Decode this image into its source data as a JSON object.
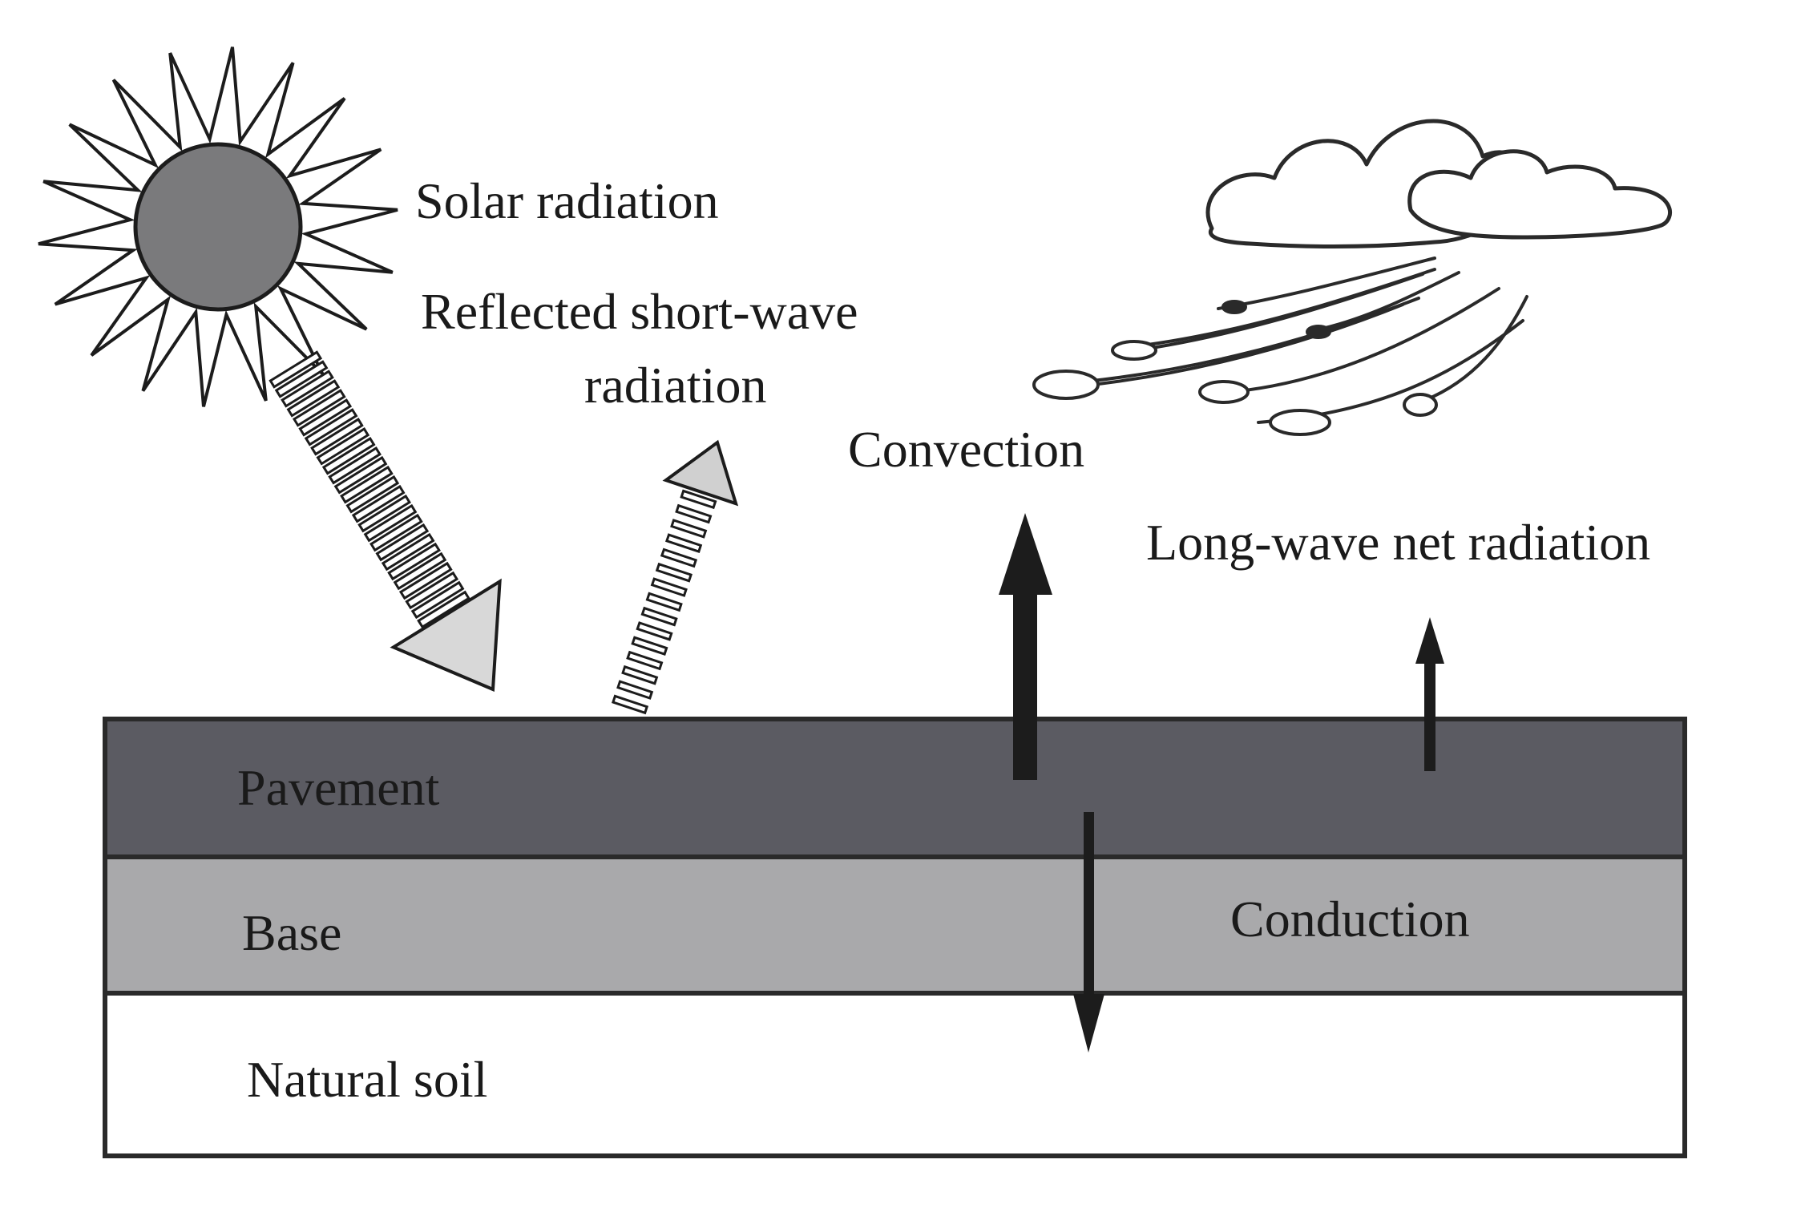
{
  "labels": {
    "solar_radiation": "Solar radiation",
    "reflected_line1": "Reflected short-wave",
    "reflected_line2": "radiation",
    "convection": "Convection",
    "longwave": "Long-wave net radiation",
    "conduction": "Conduction"
  },
  "layers": {
    "pavement": "Pavement",
    "base": "Base",
    "soil": "Natural soil"
  },
  "colors": {
    "pavement": "#5b5b62",
    "base": "#a9a9ab",
    "soil": "#ffffff",
    "sun_disc": "#7a7a7c",
    "arrow_dark": "#1c1c1c",
    "outline": "#2a2a2a"
  }
}
